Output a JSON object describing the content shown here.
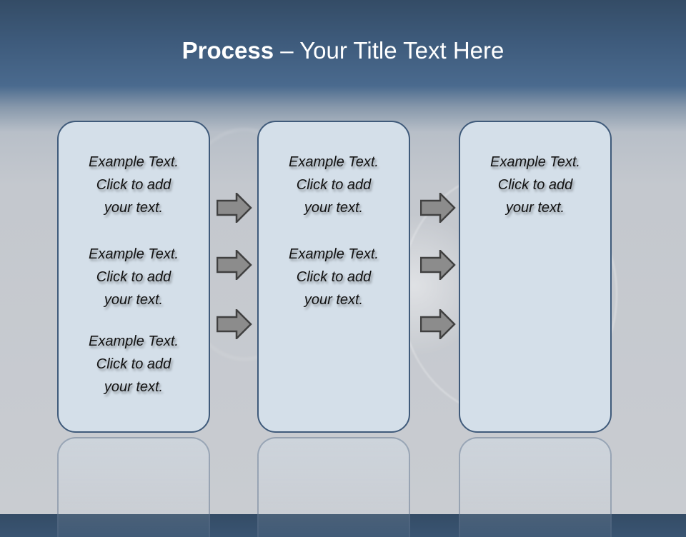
{
  "title": {
    "bold": "Process",
    "rest": " – Your Title Text Here"
  },
  "columns": [
    {
      "items": [
        [
          "Example Text.",
          "Click  to add",
          "your text."
        ],
        [
          "Example Text.",
          "Click  to add",
          "your text."
        ],
        [
          "Example Text.",
          "Click  to add",
          "your text."
        ]
      ]
    },
    {
      "items": [
        [
          "Example Text.",
          "Click  to add",
          "your text."
        ],
        [
          "Example Text.",
          "Click  to add",
          "your text."
        ]
      ]
    },
    {
      "items": [
        [
          "Example Text.",
          "Click  to add",
          "your text."
        ]
      ]
    }
  ],
  "arrows": {
    "icon": "right-arrow-icon",
    "fill": "#8c8c8c",
    "stroke": "#404040"
  },
  "colors": {
    "box_fill": "#d4dfe9",
    "box_border": "#3f5a7a",
    "header_top": "#344c66",
    "header_bottom": "#4a6a8e"
  }
}
